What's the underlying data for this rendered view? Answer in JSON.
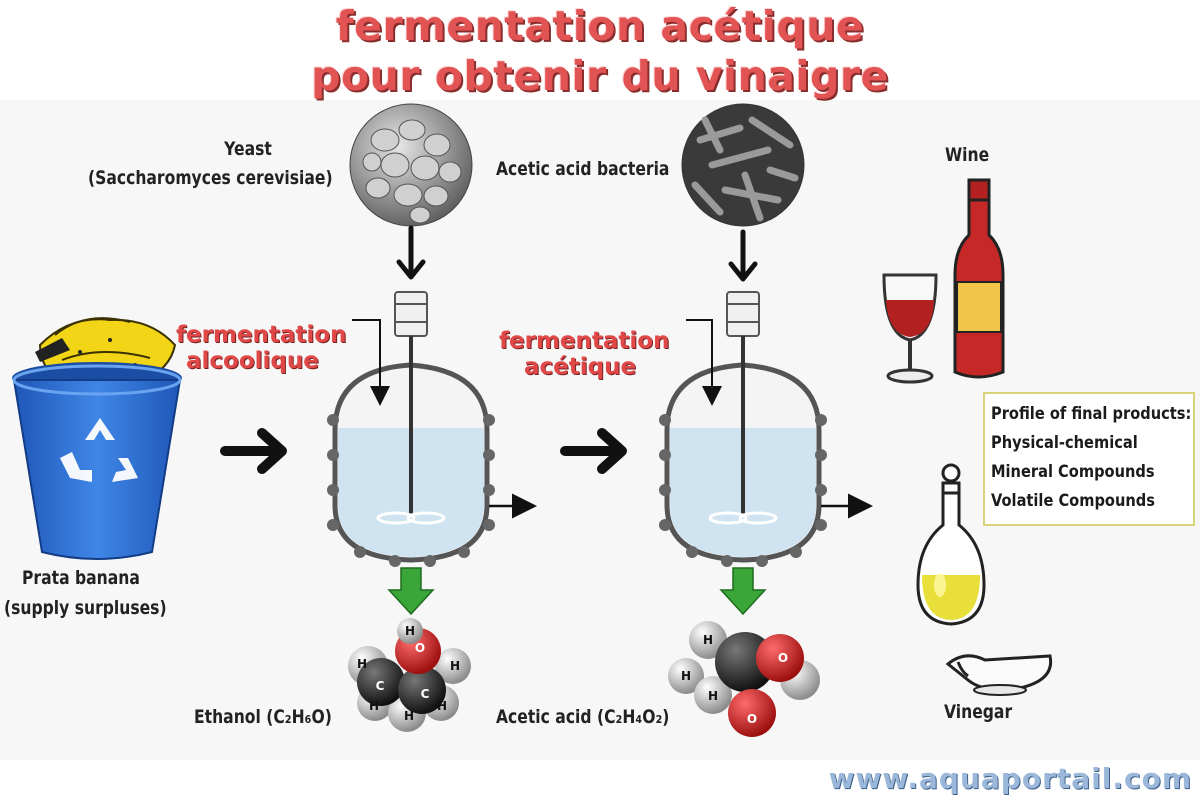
{
  "title": {
    "line1": "fermentation acétique",
    "line2": "pour obtenir du vinaigre"
  },
  "labels": {
    "yeast_line1": "Yeast",
    "yeast_line2": "(Saccharomyces cerevisiae)",
    "acetic_bacteria": "Acetic acid bacteria",
    "wine": "Wine",
    "banana_line1": "Prata banana",
    "banana_line2": "(supply surpluses)",
    "ethanol": "Ethanol (C₂H₆O)",
    "acetic_acid": "Acetic acid (C₂H₄O₂)",
    "vinegar": "Vinegar"
  },
  "steps": {
    "alcoholic_line1": "fermentation",
    "alcoholic_line2": "alcoolique",
    "acetic_line1": "fermentation",
    "acetic_line2": "acétique"
  },
  "profile": {
    "heading": "Profile of final products:",
    "items": [
      "Physical-chemical",
      "Mineral Compounds",
      "Volatile  Compounds"
    ]
  },
  "molecules": {
    "ethanol_atoms": [
      "H",
      "O",
      "H",
      "H",
      "C",
      "C",
      "H",
      "H",
      "H"
    ],
    "acetic_atoms": [
      "H",
      "H",
      "H",
      "O",
      "O"
    ]
  },
  "website": "www.aquaportail.com",
  "colors": {
    "title_red": "#e25454",
    "bin_blue": "#2e6fd1",
    "liquid_blue": "#cfe3f1",
    "arrow_green": "#3aa63a",
    "oxygen_red": "#d22626",
    "wine_red": "#b32020",
    "vinegar_yellow": "#e8df3a"
  },
  "icons": [
    "recycle-bin-icon",
    "banana-icon",
    "yeast-micrograph",
    "bacteria-micrograph",
    "fermenter-tank",
    "wine-bottle-icon",
    "wine-glass-icon",
    "vinegar-carafe-icon",
    "gravy-boat-icon"
  ]
}
